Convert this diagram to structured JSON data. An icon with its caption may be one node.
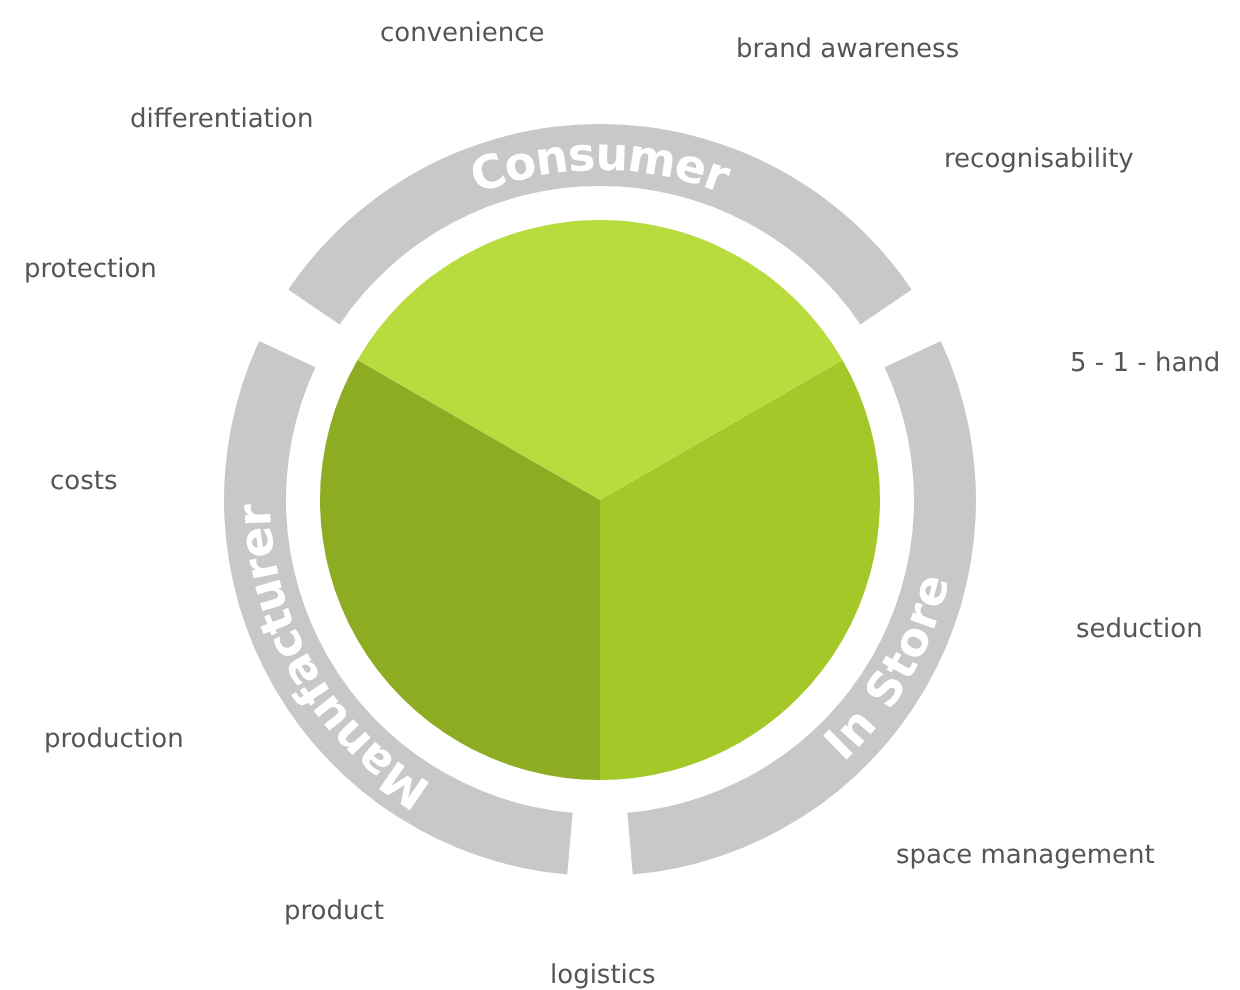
{
  "diagram": {
    "nodes": [
      {
        "text": [
          "Consumer"
        ]
      },
      {
        "text": [
          "In Store"
        ]
      },
      {
        "text": [
          "Manufacturer"
        ]
      }
    ],
    "edges": [],
    "labels": [
      "convenience",
      "brand awareness",
      "differentiation",
      "recognisability",
      "protection",
      "5 - 1 - hand",
      "costs",
      "seduction",
      "production",
      "space management",
      "product",
      "logistics"
    ]
  }
}
